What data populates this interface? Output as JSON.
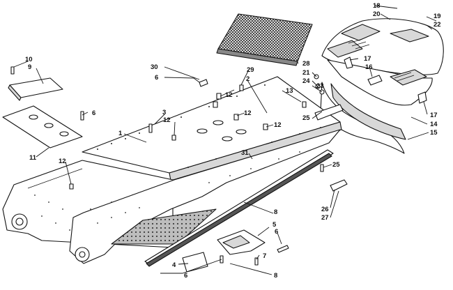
{
  "diagram": {
    "callouts": [
      "1",
      "2",
      "3",
      "4",
      "5",
      "6",
      "6",
      "6",
      "6",
      "7",
      "8",
      "8",
      "9",
      "10",
      "11",
      "12",
      "12",
      "12",
      "12",
      "12",
      "13",
      "14",
      "15",
      "16",
      "17",
      "17",
      "18",
      "19",
      "20",
      "21",
      "22",
      "23",
      "24",
      "25",
      "25",
      "26",
      "27",
      "28",
      "29",
      "30",
      "31"
    ]
  }
}
